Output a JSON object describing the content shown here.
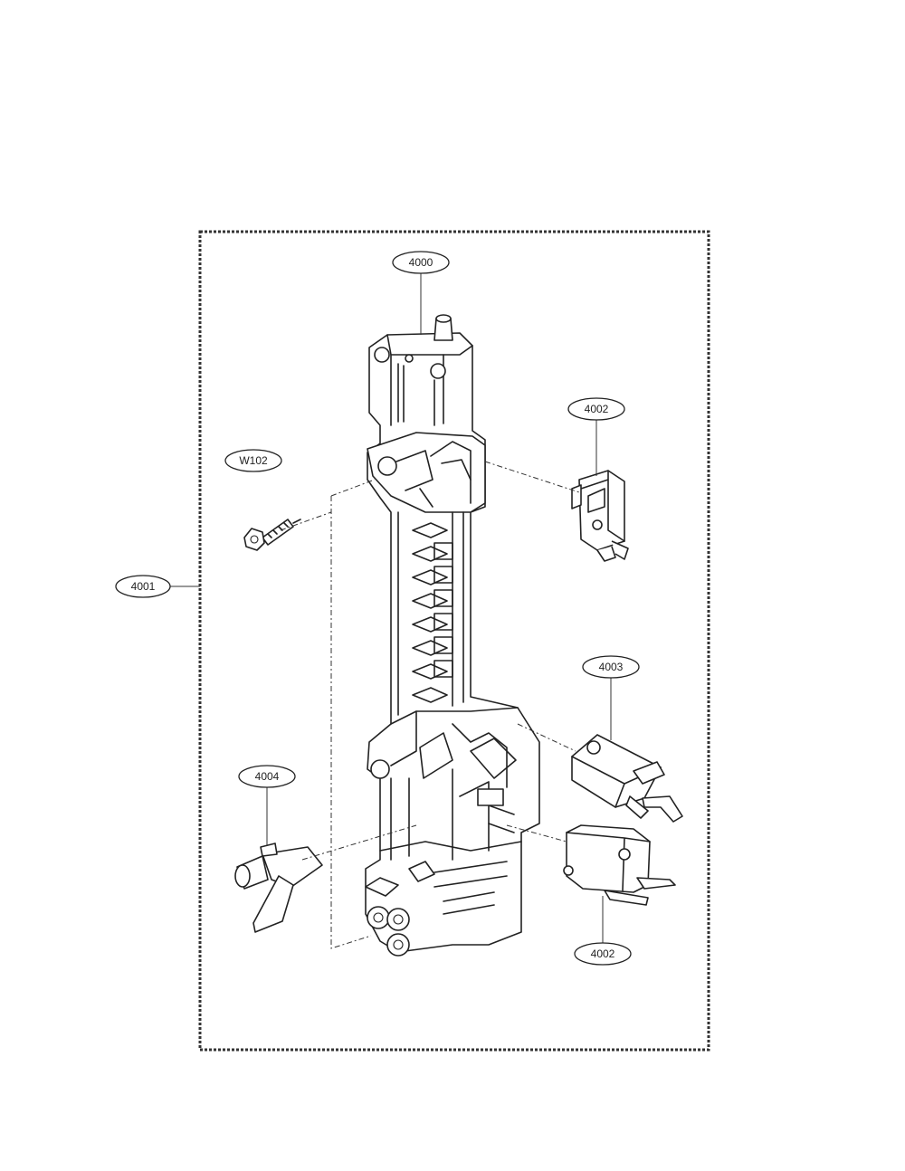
{
  "callouts": [
    {
      "id": "4000",
      "label": "4000"
    },
    {
      "id": "4002-top",
      "label": "4002"
    },
    {
      "id": "w102",
      "label": "W102"
    },
    {
      "id": "4001",
      "label": "4001"
    },
    {
      "id": "4003",
      "label": "4003"
    },
    {
      "id": "4004",
      "label": "4004"
    },
    {
      "id": "4002-bottom",
      "label": "4002"
    }
  ]
}
